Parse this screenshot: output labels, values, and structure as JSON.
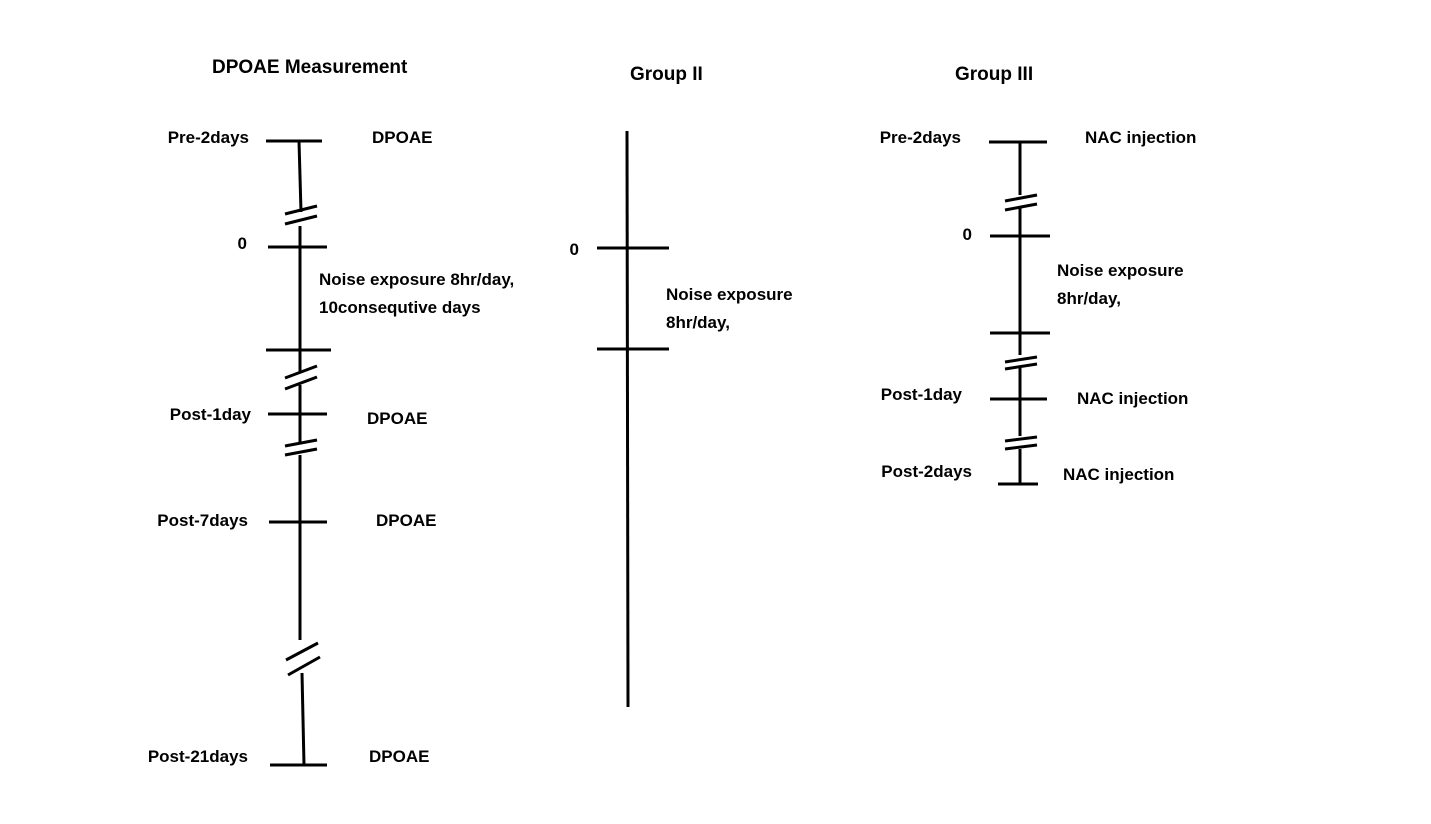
{
  "timeline_a": {
    "title": "DPOAE Measurement",
    "marks": [
      {
        "label": "Pre-2days",
        "event": "DPOAE"
      },
      {
        "label": "0",
        "event": "Noise exposure 8hr/day,\n10consequtive days"
      },
      {
        "label": "Post-1day",
        "event": "DPOAE"
      },
      {
        "label": "Post-7days",
        "event": "DPOAE"
      },
      {
        "label": "Post-21days",
        "event": "DPOAE"
      }
    ]
  },
  "timeline_b": {
    "title": "Group II",
    "marks": [
      {
        "label": "0",
        "event": "Noise exposure\n8hr/day,"
      }
    ]
  },
  "timeline_c": {
    "title": "Group III",
    "marks": [
      {
        "label": "Pre-2days",
        "event": "NAC injection"
      },
      {
        "label": "0",
        "event": "Noise exposure\n8hr/day,"
      },
      {
        "label": "Post-1day",
        "event": "NAC injection"
      },
      {
        "label": "Post-2days",
        "event": "NAC injection"
      }
    ]
  }
}
